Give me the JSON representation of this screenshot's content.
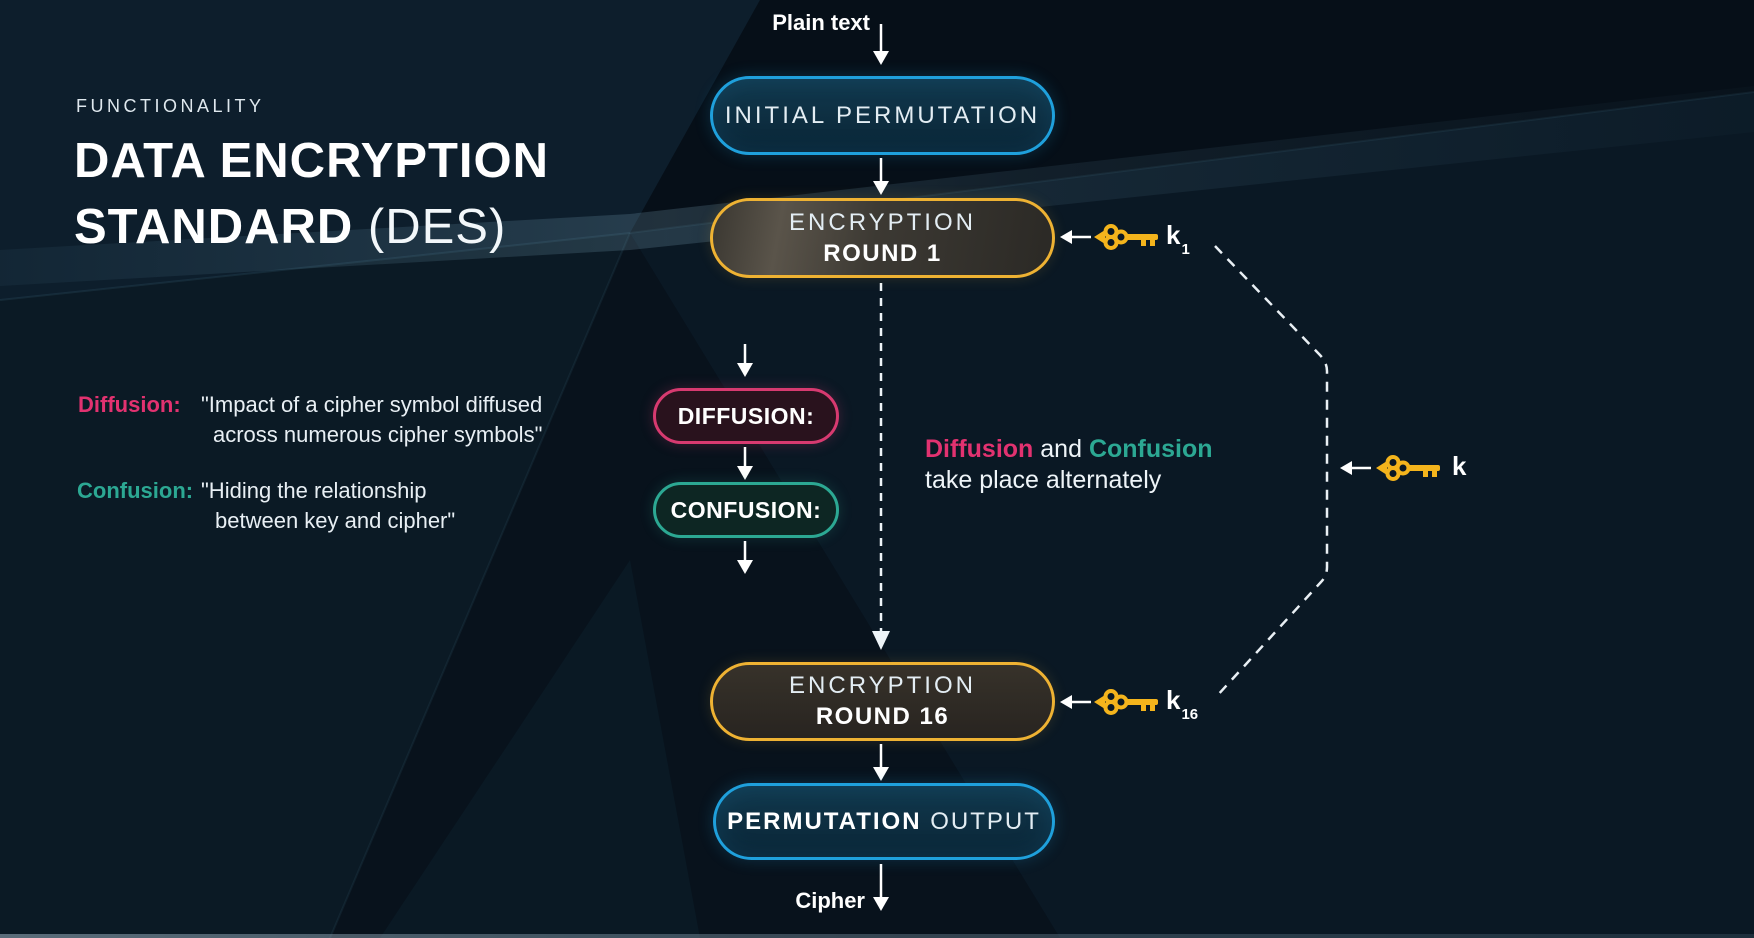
{
  "header": {
    "eyebrow": "FUNCTIONALITY",
    "title_line1": "DATA ENCRYPTION",
    "title_line2_bold": "STANDARD",
    "title_line2_light": "(DES)"
  },
  "flow": {
    "input_label": "Plain text",
    "initial_permutation_label": "INITIAL PERMUTATION",
    "round1_line1": "ENCRYPTION",
    "round1_line2": "ROUND 1",
    "round1_key": "k",
    "round1_key_sub": "1",
    "round16_line1": "ENCRYPTION",
    "round16_line2": "ROUND 16",
    "round16_key": "k",
    "round16_key_sub": "16",
    "master_key": "k",
    "permutation_output_bold": "PERMUTATION",
    "permutation_output_light": "OUTPUT",
    "output_label": "Cipher"
  },
  "pills": {
    "diffusion": "DIFFUSION:",
    "confusion": "CONFUSION:"
  },
  "definitions": {
    "diffusion_term": "Diffusion:",
    "diffusion_line1": "\"Impact of a cipher symbol diffused",
    "diffusion_line2": "across numerous cipher symbols\"",
    "confusion_term": "Confusion:",
    "confusion_line1": "\"Hiding the relationship",
    "confusion_line2": "between key and cipher\""
  },
  "note": {
    "diffusion_word": "Diffusion",
    "conjunction": "and",
    "confusion_word": "Confusion",
    "line2": "take place alternately"
  },
  "colors": {
    "background": "#0b1722",
    "accent_cyan": "#1fa0dc",
    "accent_gold": "#eeb233",
    "accent_pink": "#d73a70",
    "accent_teal": "#2ca893",
    "key_gold": "#f4b41c",
    "text_light": "#eef4f8"
  }
}
